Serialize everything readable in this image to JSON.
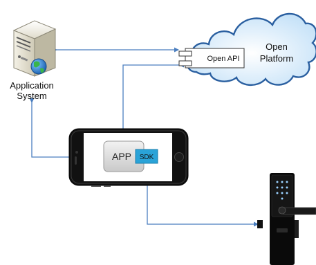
{
  "app_system": {
    "label_line1": "Application",
    "label_line2": "System"
  },
  "cloud": {
    "label_line1": "Open",
    "label_line2": "Platform"
  },
  "open_api": {
    "label": "Open API"
  },
  "phone": {
    "app_label": "APP",
    "sdk_label": "SDK"
  },
  "colors": {
    "connector": "#4a7ebf",
    "cloud_fill": "#d6ebfa",
    "cloud_stroke": "#2a5fa0",
    "sdk_fill": "#2aa3d8",
    "app_fill": "#dcdcdc",
    "phone_body": "#111111",
    "lock_body": "#0a0a0a"
  },
  "icons": [
    "server-icon",
    "globe-icon",
    "cloud-icon",
    "component-icon",
    "smartphone-icon",
    "smart-lock-icon"
  ]
}
